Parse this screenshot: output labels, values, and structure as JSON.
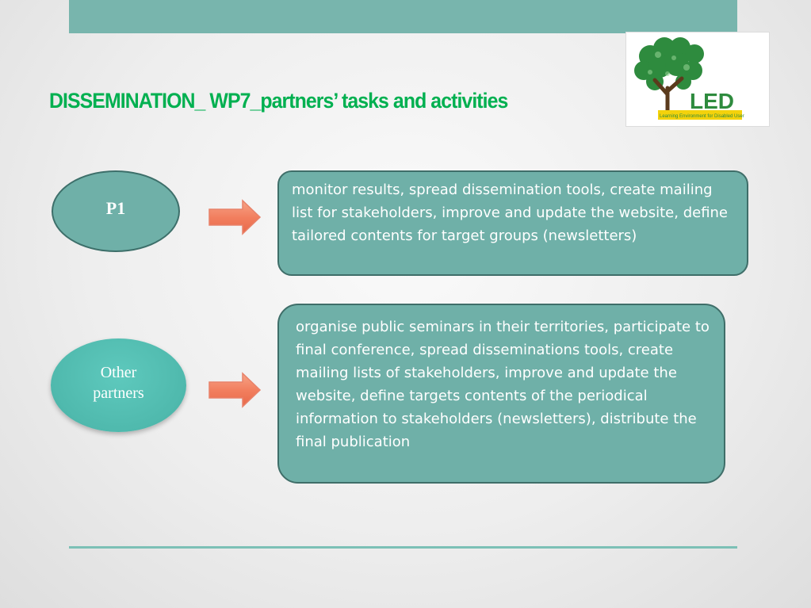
{
  "title": "DISSEMINATION_ WP7_partners’ tasks and activities",
  "logo": {
    "icon": "tree-icon",
    "text": "LED",
    "subtitle": "Learning Environment for Disabled User",
    "colors": {
      "foliage": "#2e8b3e",
      "trunk": "#5b3b1c",
      "accent": "#f4d20b",
      "text": "#2e8b3e"
    }
  },
  "nodes": [
    {
      "label": "P1",
      "description": "monitor results, spread dissemination tools, create mailing list for stakeholders, improve and update the website, define tailored contents for target groups (newsletters)"
    },
    {
      "label": "Other partners",
      "description": "organise public seminars in their territories, participate to final conference, spread disseminations tools, create mailing lists of stakeholders, improve and update the website, define targets contents of the periodical information to stakeholders (newsletters), distribute the final publication"
    }
  ],
  "colors": {
    "accent_bar": "#78b5ad",
    "box_fill": "#6fb0a8",
    "arrow_fill": "#f27f5f",
    "title": "#00b050"
  }
}
